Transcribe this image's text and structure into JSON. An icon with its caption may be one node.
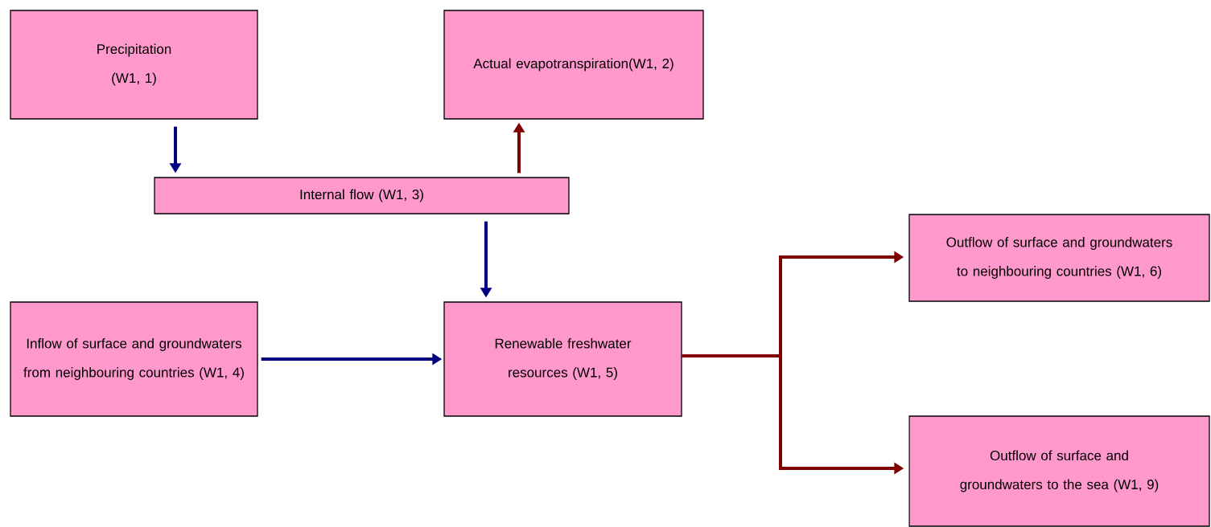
{
  "diagram": {
    "nodes": [
      {
        "text": [
          "Precipitation (W1, 1)"
        ]
      },
      {
        "text": [
          "Actual evapotranspiration(W1, 2)"
        ]
      },
      {
        "text": [
          "Internal flow (W1, 3)"
        ]
      },
      {
        "text": [
          "Outflow of surface and groundwaters to neighbouring countries (W1, 6)"
        ]
      },
      {
        "text": [
          "Inflow of surface and groundwaters from neighbouring countries (W1, 4)"
        ]
      },
      {
        "text": [
          "Renewable freshwater resources (W1, 5)"
        ]
      },
      {
        "text": [
          "Outflow of surface and groundwaters to the sea (W1, 9)"
        ]
      }
    ],
    "edges": [
      {
        "from": 0,
        "to": 2,
        "arrow": "to",
        "color": "#000080"
      },
      {
        "from": 2,
        "to": 1,
        "arrow": "to",
        "color": "#800000"
      },
      {
        "from": 2,
        "to": 5,
        "arrow": "to",
        "color": "#000080"
      },
      {
        "from": 4,
        "to": 5,
        "arrow": "to",
        "color": "#000080"
      },
      {
        "from": 5,
        "to": 3,
        "arrow": "to",
        "color": "#800000"
      },
      {
        "from": 5,
        "to": 6,
        "arrow": "to",
        "color": "#800000"
      }
    ]
  }
}
